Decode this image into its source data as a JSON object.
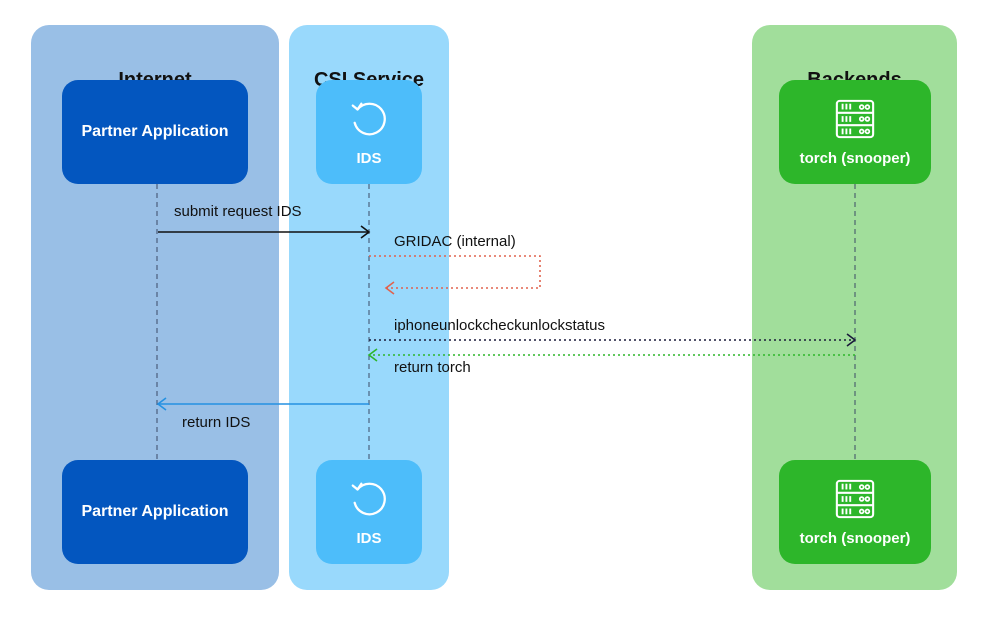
{
  "lanes": {
    "internet": {
      "title": "Internet",
      "color": "#99BFE6"
    },
    "csi": {
      "title": "CSI Service",
      "color": "#99D9FC"
    },
    "backends": {
      "title": "Backends",
      "color": "#A1DE9B"
    }
  },
  "participants": {
    "partner": {
      "label": "Partner Application",
      "color": "#0356BF"
    },
    "ids": {
      "label": "IDS",
      "icon": "refresh-icon",
      "color": "#4DBDFA"
    },
    "torch": {
      "label": "torch (snooper)",
      "icon": "server-icon",
      "color": "#2DB62A"
    }
  },
  "messages": [
    {
      "label": "submit request IDS",
      "from": "partner",
      "to": "ids",
      "style": "solid",
      "color": "#111111"
    },
    {
      "label": "GRIDAC (internal)",
      "from": "ids",
      "to": "ids",
      "style": "dotted",
      "color": "#E0634E"
    },
    {
      "label": "iphoneunlockcheckunlockstatus",
      "from": "ids",
      "to": "torch",
      "style": "dotted",
      "color": "#1A1A3A"
    },
    {
      "label": "return torch",
      "from": "torch",
      "to": "ids",
      "style": "dotted",
      "color": "#2DB62A"
    },
    {
      "label": "return IDS",
      "from": "ids",
      "to": "partner",
      "style": "solid",
      "color": "#2491E2"
    }
  ]
}
